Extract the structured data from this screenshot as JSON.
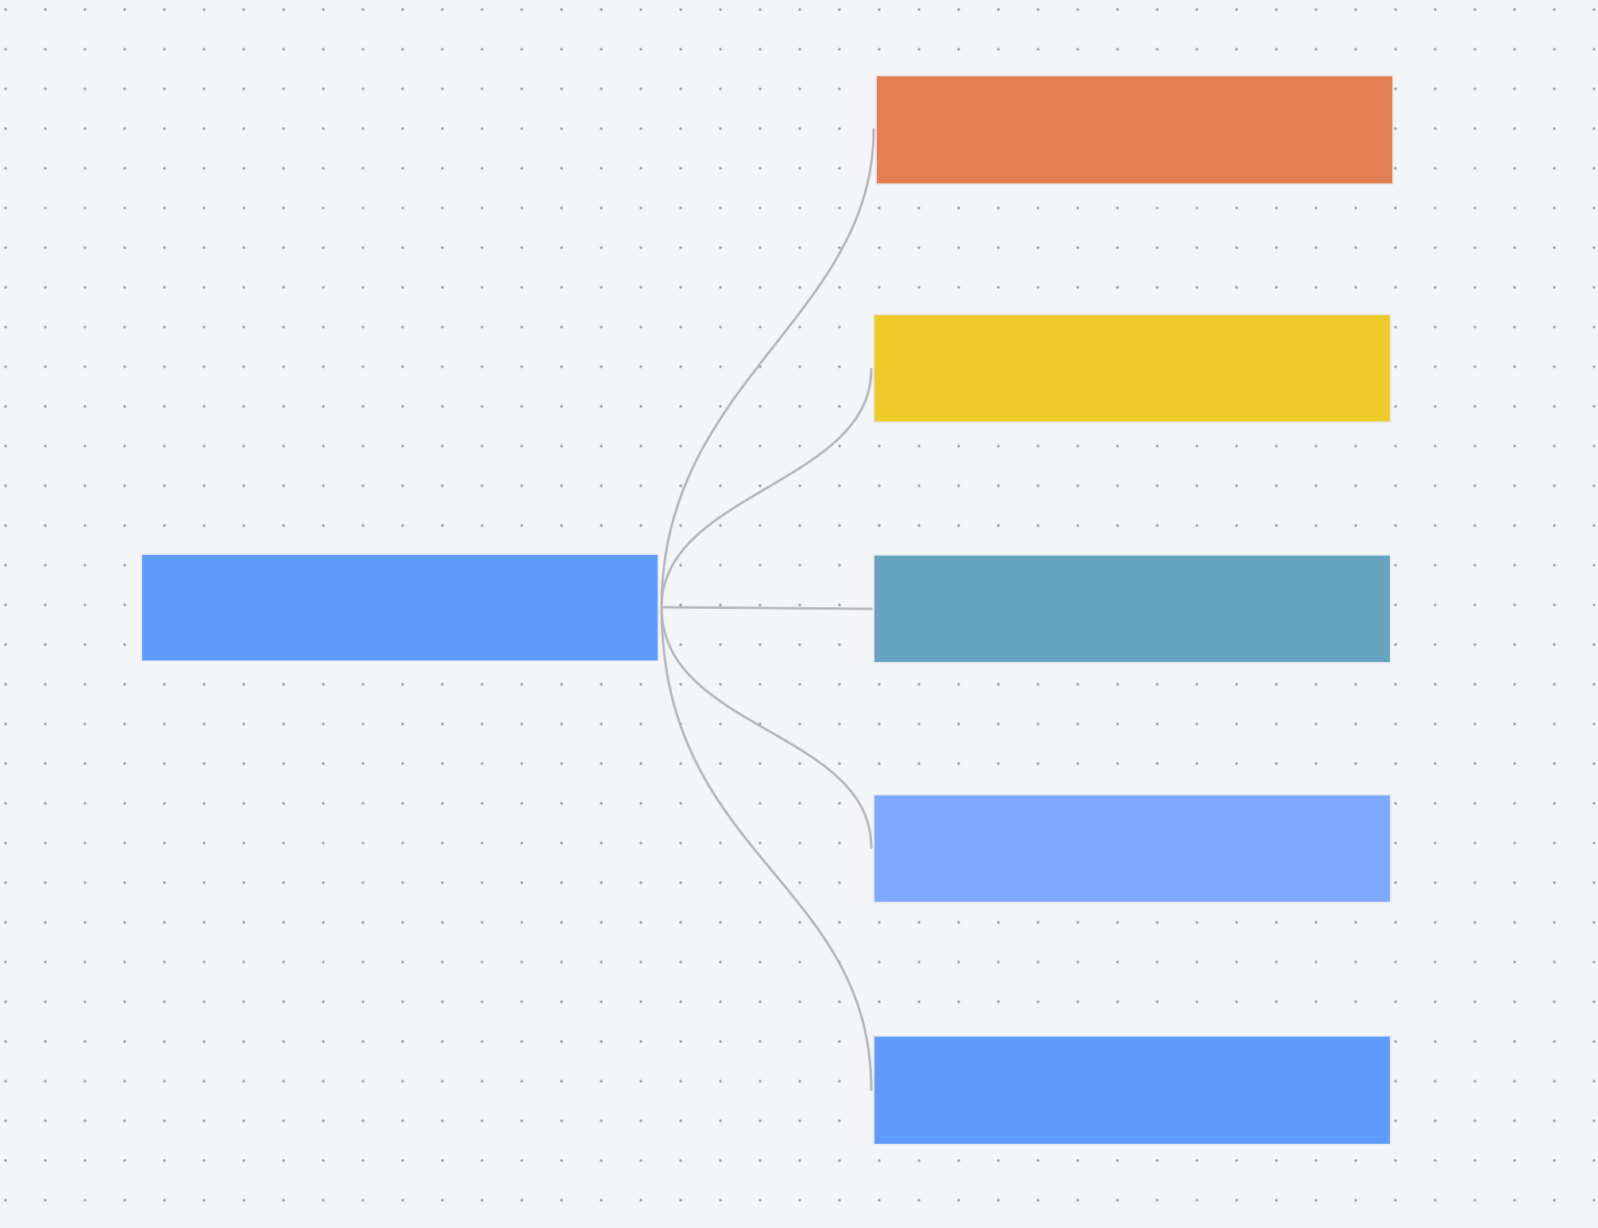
{
  "diagram": {
    "root": {
      "id": "root",
      "label": "",
      "color": "#5e9bfc"
    },
    "children": [
      {
        "id": "child-1",
        "label": "",
        "color": "#e37f51"
      },
      {
        "id": "child-2",
        "label": "",
        "color": "#eecb29"
      },
      {
        "id": "child-3",
        "label": "",
        "color": "#66a3be"
      },
      {
        "id": "child-4",
        "label": "",
        "color": "#7daafd"
      },
      {
        "id": "child-5",
        "label": "",
        "color": "#5e9bfc"
      }
    ],
    "connector_color": "#b5b6ba",
    "background_color": "#f4f5f7"
  }
}
